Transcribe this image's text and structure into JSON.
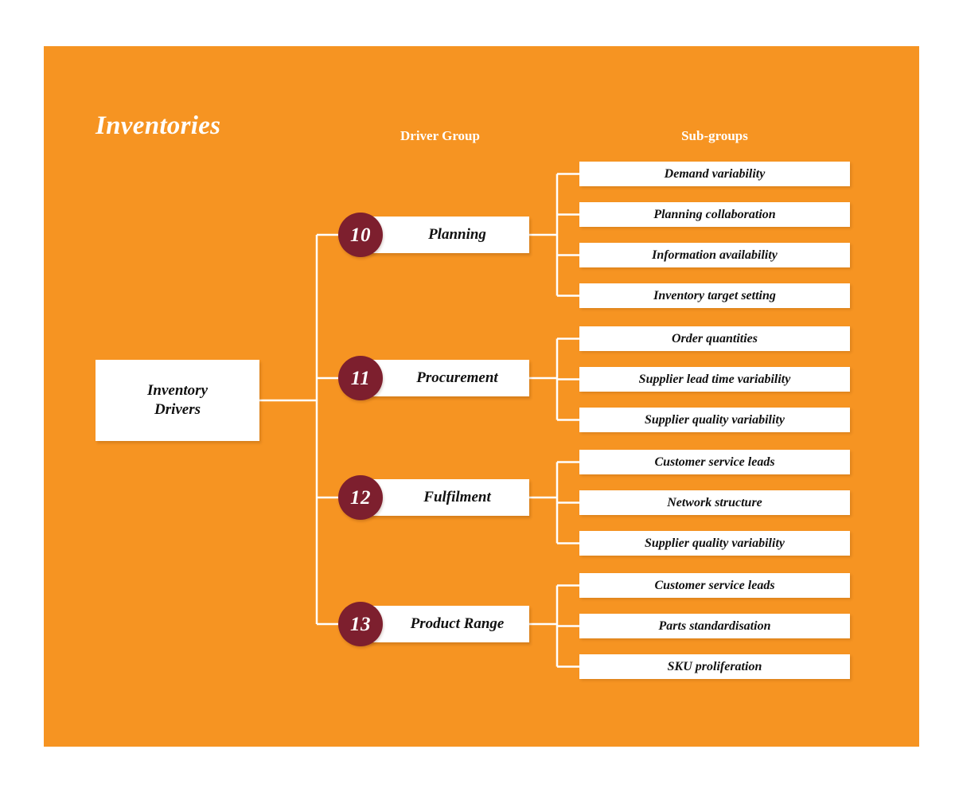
{
  "panel": {
    "background_color": "#f69422",
    "accent_color": "#7d1f2e",
    "node_color": "#ffffff"
  },
  "title": "Inventories",
  "headers": {
    "driver_group": "Driver Group",
    "sub_groups": "Sub-groups"
  },
  "root": {
    "label": "Inventory\nDrivers"
  },
  "groups": [
    {
      "number": "10",
      "label": "Planning",
      "subgroups": [
        "Demand variability",
        "Planning collaboration",
        "Information availability",
        "Inventory target setting"
      ]
    },
    {
      "number": "11",
      "label": "Procurement",
      "subgroups": [
        "Order quantities",
        "Supplier lead time variability",
        "Supplier quality variability"
      ]
    },
    {
      "number": "12",
      "label": "Fulfilment",
      "subgroups": [
        "Customer service leads",
        "Network structure",
        "Supplier quality variability"
      ]
    },
    {
      "number": "13",
      "label": "Product Range",
      "subgroups": [
        "Customer service leads",
        "Parts standardisation",
        "SKU proliferation"
      ]
    }
  ]
}
